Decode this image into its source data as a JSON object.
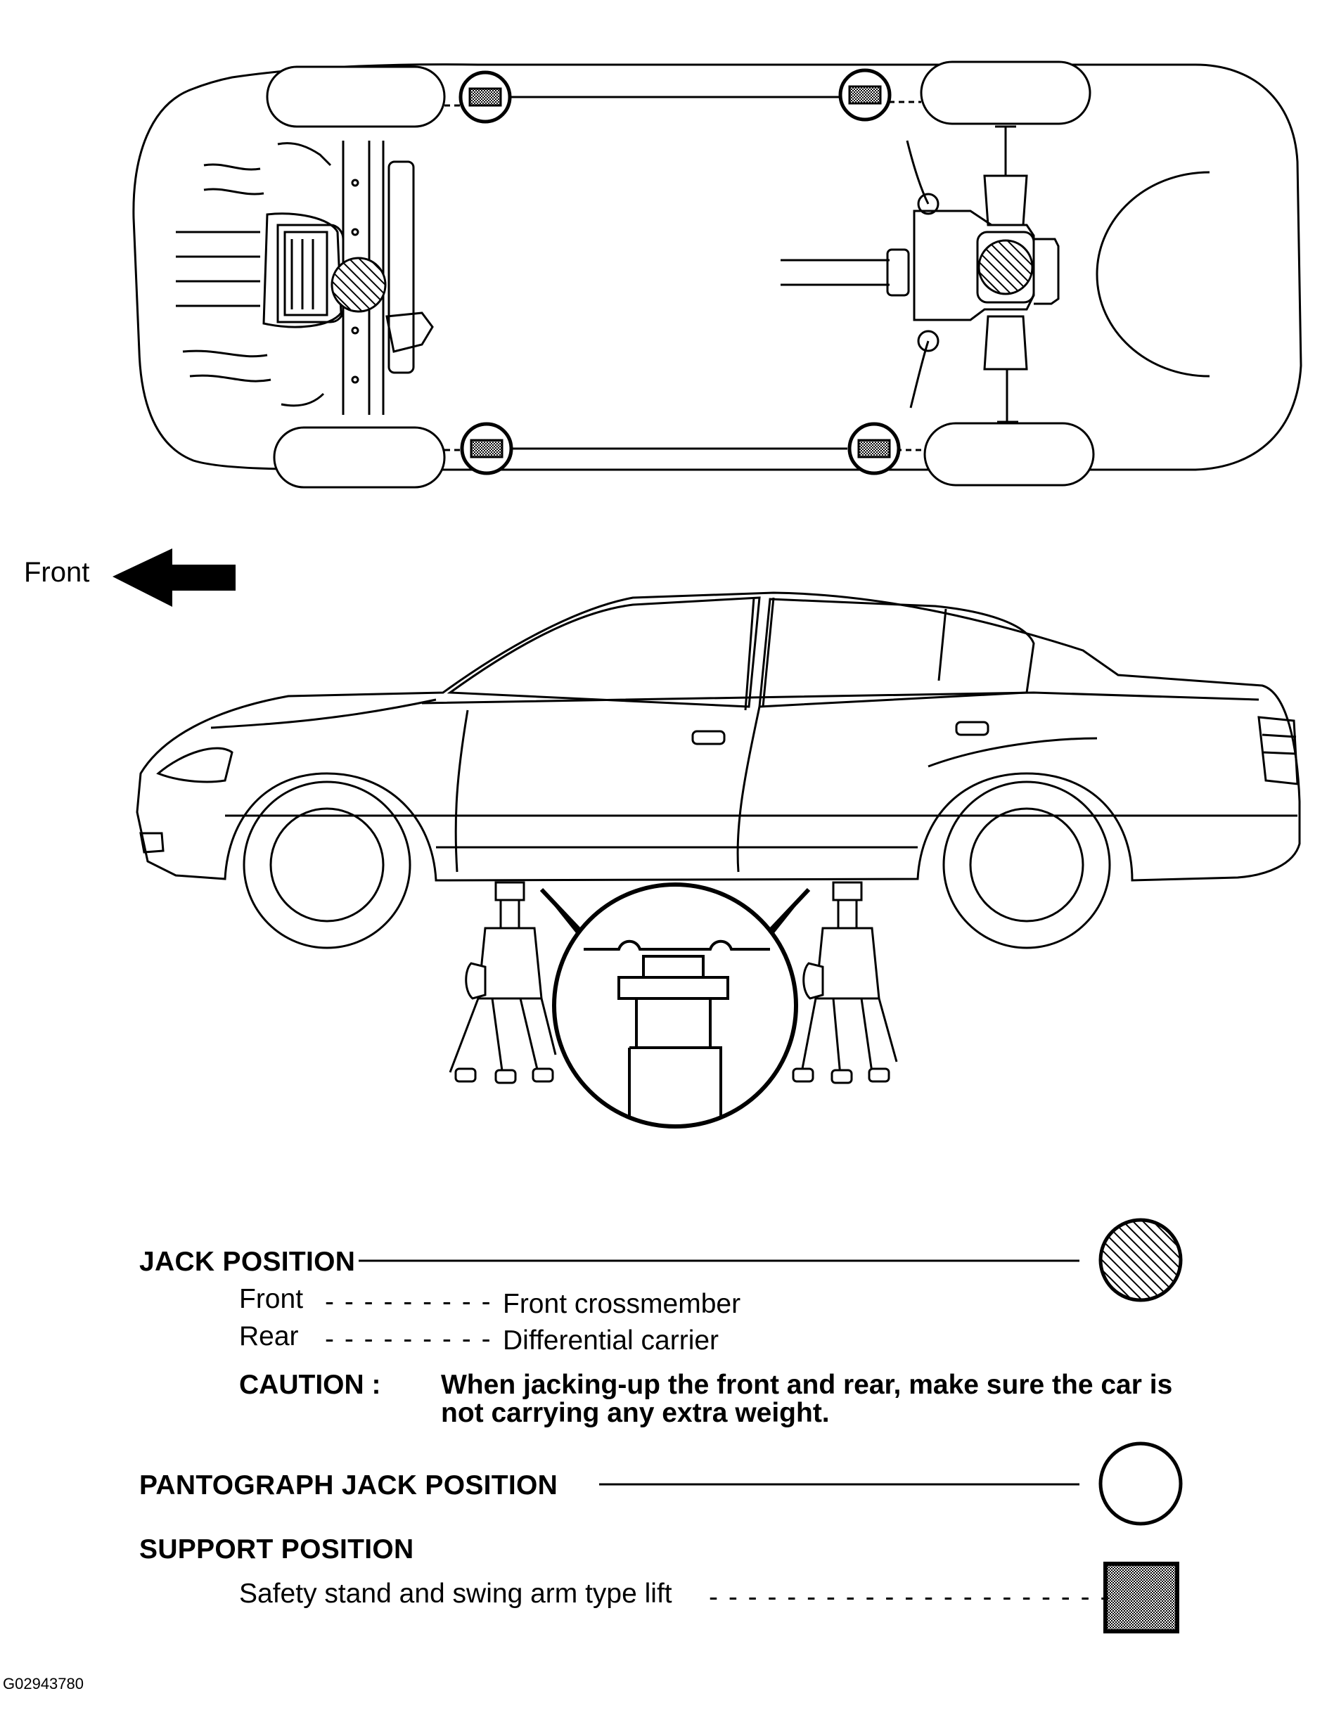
{
  "direction": {
    "label": "Front"
  },
  "legend": {
    "jack_position": {
      "title": "JACK POSITION",
      "rows": [
        {
          "label": "Front",
          "value": "Front crossmember"
        },
        {
          "label": "Rear",
          "value": "Differential carrier"
        }
      ],
      "caution_label": "CAUTION :",
      "caution_line1": "When jacking-up the front and rear, make sure the car is",
      "caution_line2": "not carrying any extra weight.",
      "symbol": "hatched-circle"
    },
    "pantograph_jack_position": {
      "title": "PANTOGRAPH JACK POSITION",
      "symbol": "open-circle"
    },
    "support_position": {
      "title": "SUPPORT POSITION",
      "item": "Safety stand and swing arm type lift",
      "symbol": "dotted-square"
    }
  },
  "figure_id": "G02943780",
  "colors": {
    "ink": "#000000",
    "paper": "#ffffff",
    "dot_fill": "#8a8a8a"
  }
}
